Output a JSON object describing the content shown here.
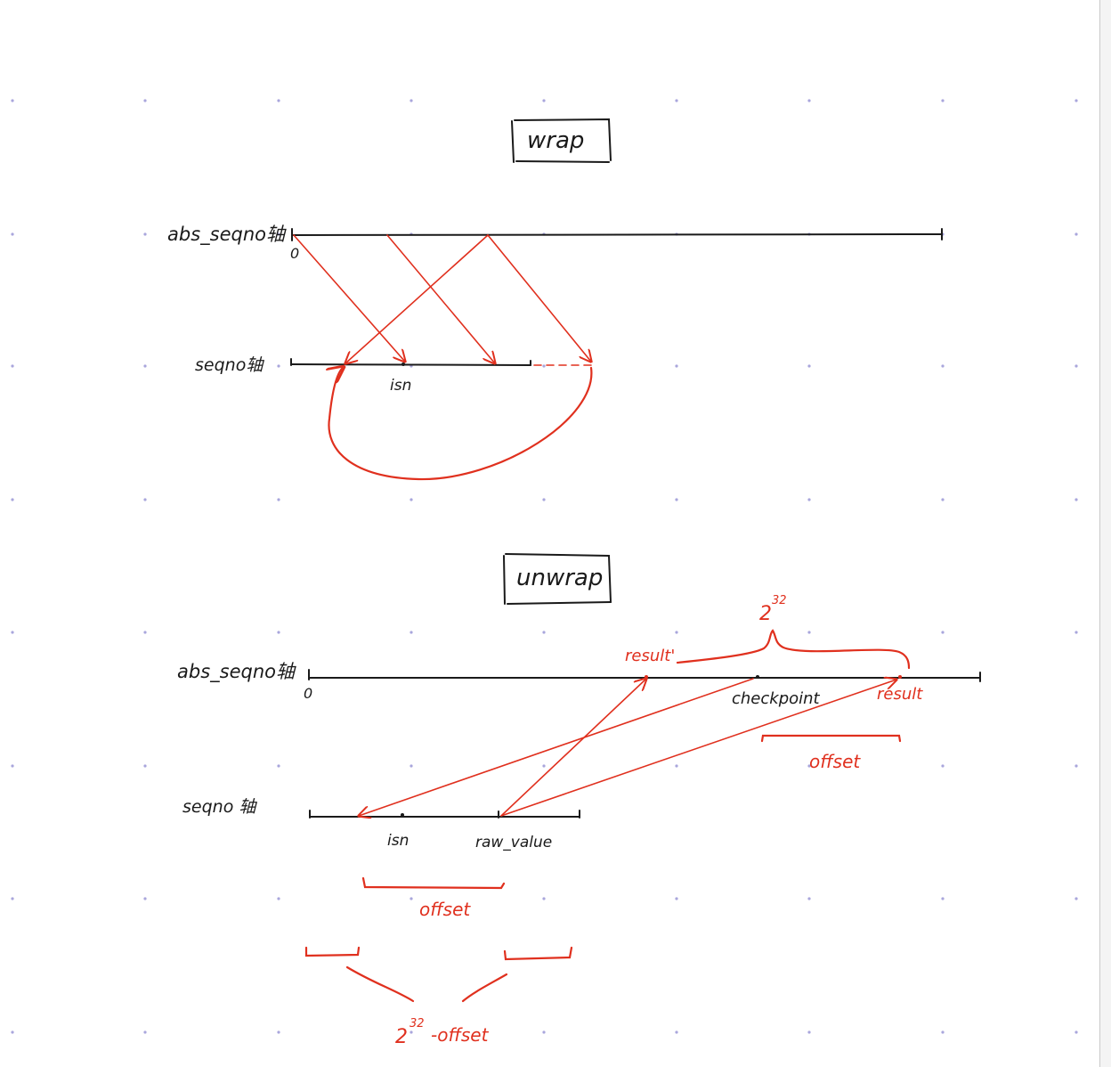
{
  "wrap": {
    "title": "wrap",
    "abs_axis_label": "abs_seqno轴",
    "abs_origin": "0",
    "seqno_axis_label": "seqno轴",
    "isn_label": "isn"
  },
  "unwrap": {
    "title": "unwrap",
    "abs_axis_label": "abs_seqno轴",
    "abs_origin": "0",
    "seqno_axis_label": "seqno 轴",
    "isn_label": "isn",
    "raw_value_label": "raw_value",
    "checkpoint_label": "checkpoint",
    "result_label": "result",
    "result_prime_label": "result'",
    "two_base": "2",
    "exp_32": "32",
    "offset_top_label": "offset",
    "offset_bottom_label": "offset",
    "two_minus_offset_suffix": "-offset"
  },
  "colors": {
    "ink": "#1a1a1a",
    "annotation_red": "#e0301e",
    "grid_dot": "#a9a6dc"
  }
}
